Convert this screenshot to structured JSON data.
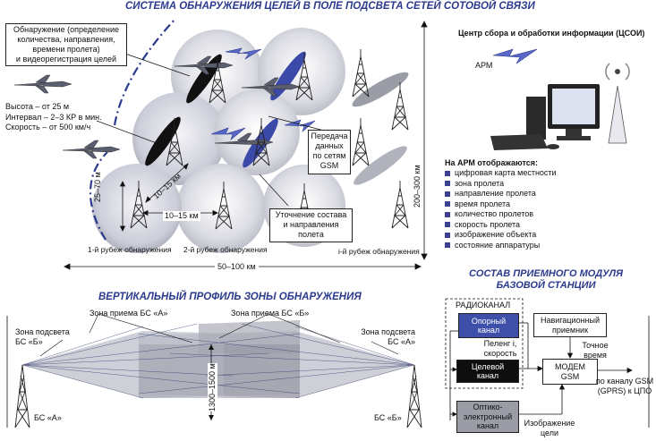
{
  "title_top": "СИСТЕМА ОБНАРУЖЕНИЯ ЦЕЛЕЙ В ПОЛЕ ПОДСВЕТА СЕТЕЙ СОТОВОЙ СВЯЗИ",
  "detection_box": [
    "Обнаружение (определение",
    "количества, направления,",
    "времени пролета)",
    "и видеорегистрация целей"
  ],
  "flight_params": [
    "Высота – от 25 м",
    "Интервал – 2–3 КР в мин.",
    "Скорость – от 500 км/ч"
  ],
  "dim_25_70": "25–70 м",
  "dim_10_15_diag": "10–15 км",
  "dim_10_15_h": "10–15 км",
  "dim_200_300": "200–300 км",
  "dim_50_100": "50–100 км",
  "line1": "1-й рубеж обнаружения",
  "line2": "2-й рубеж обнаружения",
  "linei": "i-й рубеж обнаружения",
  "gsm_box": [
    "Передача",
    "данных",
    "по сетям",
    "GSM"
  ],
  "refine_box": [
    "Уточнение состава",
    "и направления",
    "полета"
  ],
  "center_title": "Центр сбора и обработки информации (ЦСОИ)",
  "arm": "АРМ",
  "arm_shows_title": "На АРМ отображаются:",
  "arm_shows": [
    "цифровая карта местности",
    "зона пролета",
    "направление пролета",
    "время пролета",
    "количество пролетов",
    "скорость пролета",
    "изображение объекта",
    "состояние аппаратуры"
  ],
  "title_profile": "ВЕРТИКАЛЬНЫЙ ПРОФИЛЬ ЗОНЫ ОБНАРУЖЕНИЯ",
  "zone_a": "Зона приема БС «А»",
  "zone_b": "Зона приема БС «Б»",
  "illum_b": [
    "Зона подсвета",
    "БС «Б»"
  ],
  "illum_a": [
    "Зона подсвета",
    "БС «А»"
  ],
  "dim_1300": "1300–1500 м",
  "bs_a": "БС «А»",
  "bs_b": "БС «Б»",
  "title_module": [
    "СОСТАВ ПРИЕМНОГО МОДУЛЯ",
    "БАЗОВОЙ СТАНЦИИ"
  ],
  "radiochannel": "РАДИОКАНАЛ",
  "ref_channel": [
    "Опорный",
    "канал"
  ],
  "bearing": [
    "Пеленг i,",
    "скорость"
  ],
  "target_channel": [
    "Целевой",
    "канал"
  ],
  "nav_receiver": [
    "Навигационный",
    "приемник"
  ],
  "exact_time": [
    "Точное",
    "время"
  ],
  "modem": [
    "МОДЕМ",
    "GSM"
  ],
  "gsm_channel": [
    "по каналу GSM",
    "(GPRS) к ЦПО"
  ],
  "optical": [
    "Оптико-",
    "электронный",
    "канал"
  ],
  "target_image": [
    "Изображение",
    "цели"
  ],
  "colors": {
    "accent": "#2b3a8c",
    "blade": "#3b4aa8",
    "zone": "#b9bbc6"
  }
}
